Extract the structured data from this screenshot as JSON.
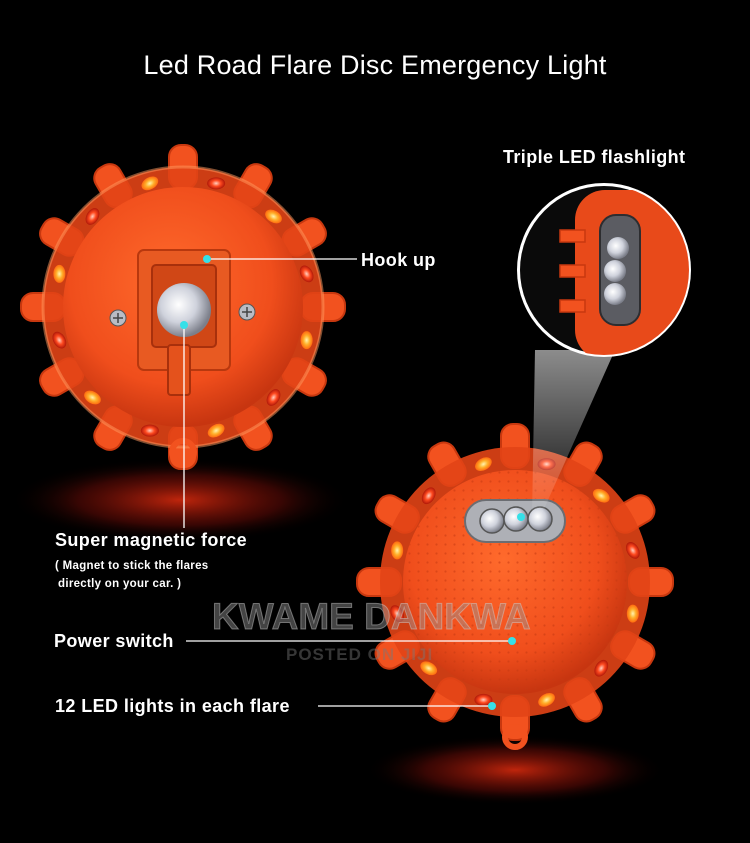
{
  "title": "Led Road Flare Disc  Emergency Light",
  "labels": {
    "flashlight": "Triple LED flashlight",
    "hook": "Hook up",
    "magnetic": "Super magnetic force",
    "magnet_note_1": "( Magnet to stick the flares",
    "magnet_note_2": "directly on your car. )",
    "power": "Power switch",
    "leds": "12 LED lights in each flare"
  },
  "watermark": {
    "line1": "KWAME DANKWA",
    "line2": "POSTED ON JIJI"
  },
  "colors": {
    "background": "#000000",
    "flare_orange": "#f2521f",
    "led_amber": "#ffb02a",
    "led_red": "#ff3a1a",
    "pointer_dot": "#35e0e8",
    "text": "#ffffff"
  }
}
